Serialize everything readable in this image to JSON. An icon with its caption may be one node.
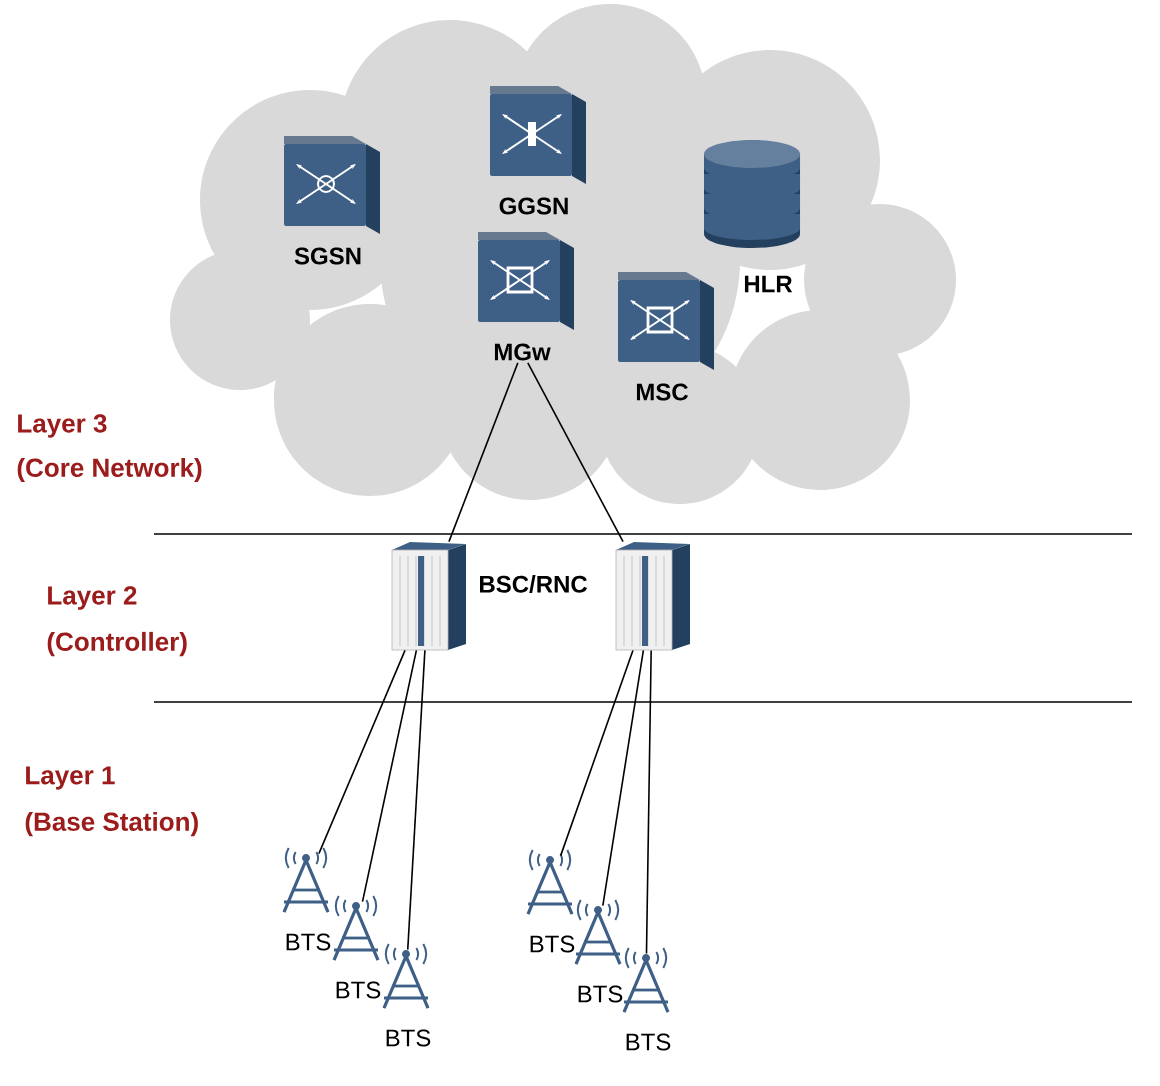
{
  "diagram": {
    "nodes": [
      {
        "text": [],
        "shape": "cloud"
      },
      {
        "text": [
          "SGSN"
        ],
        "in": 0
      },
      {
        "text": [
          "GGSN"
        ],
        "in": 0
      },
      {
        "text": [
          "MGw"
        ],
        "in": 0
      },
      {
        "text": [
          "HLR"
        ],
        "in": 0
      },
      {
        "text": [
          "MSC"
        ],
        "in": 0
      },
      {
        "text": [
          "BSC/RNC"
        ]
      },
      {
        "text": [],
        "shape": "box"
      },
      {
        "text": [
          "BTS"
        ]
      },
      {
        "text": [
          "BTS"
        ]
      },
      {
        "text": [
          "BTS"
        ]
      },
      {
        "text": [
          "BTS"
        ]
      },
      {
        "text": [
          "BTS"
        ]
      },
      {
        "text": [
          "BTS"
        ]
      }
    ],
    "edges": [
      {
        "from": 3,
        "to": 6,
        "arrow": "none"
      },
      {
        "from": 3,
        "to": 7,
        "arrow": "none"
      },
      {
        "from": 6,
        "to": 8,
        "arrow": "none"
      },
      {
        "from": 6,
        "to": 9,
        "arrow": "none"
      },
      {
        "from": 6,
        "to": 10,
        "arrow": "none"
      },
      {
        "from": 7,
        "to": 11,
        "arrow": "none"
      },
      {
        "from": 7,
        "to": 12,
        "arrow": "none"
      },
      {
        "from": 7,
        "to": 13,
        "arrow": "none"
      }
    ],
    "labels": [
      "Layer 3",
      "(Core Network)",
      "Layer 2",
      "(Controller)",
      "Layer 1",
      "(Base Station)"
    ]
  }
}
